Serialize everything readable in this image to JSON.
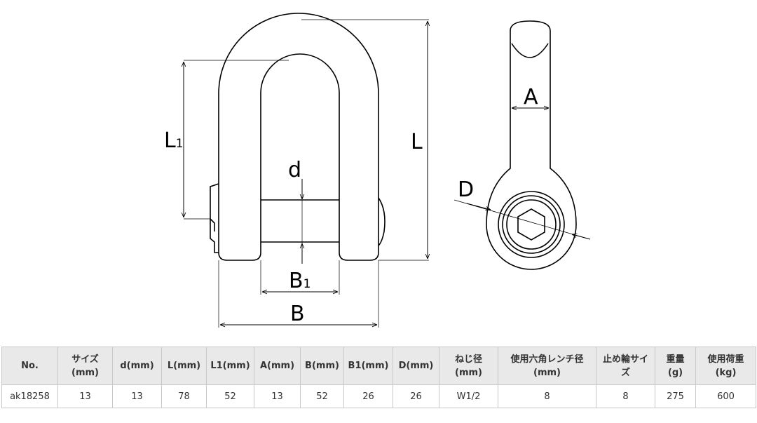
{
  "diagram": {
    "labels": {
      "L1_main": "L",
      "L1_sub": "1",
      "L": "L",
      "d": "d",
      "B1_main": "B",
      "B1_sub": "1",
      "B": "B",
      "A": "A",
      "D": "D"
    }
  },
  "table": {
    "headers": [
      "No.",
      "サイズ\n(mm)",
      "d(mm)",
      "L(mm)",
      "L1(mm)",
      "A(mm)",
      "B(mm)",
      "B1(mm)",
      "D(mm)",
      "ねじ径\n(mm)",
      "使用六角レンチ径\n(mm)",
      "止め輪サイ\nズ",
      "重量\n(g)",
      "使用荷重\n(kg)"
    ],
    "row": [
      "ak18258",
      "13",
      "13",
      "78",
      "52",
      "13",
      "52",
      "26",
      "26",
      "W1/2",
      "8",
      "8",
      "275",
      "600"
    ]
  }
}
